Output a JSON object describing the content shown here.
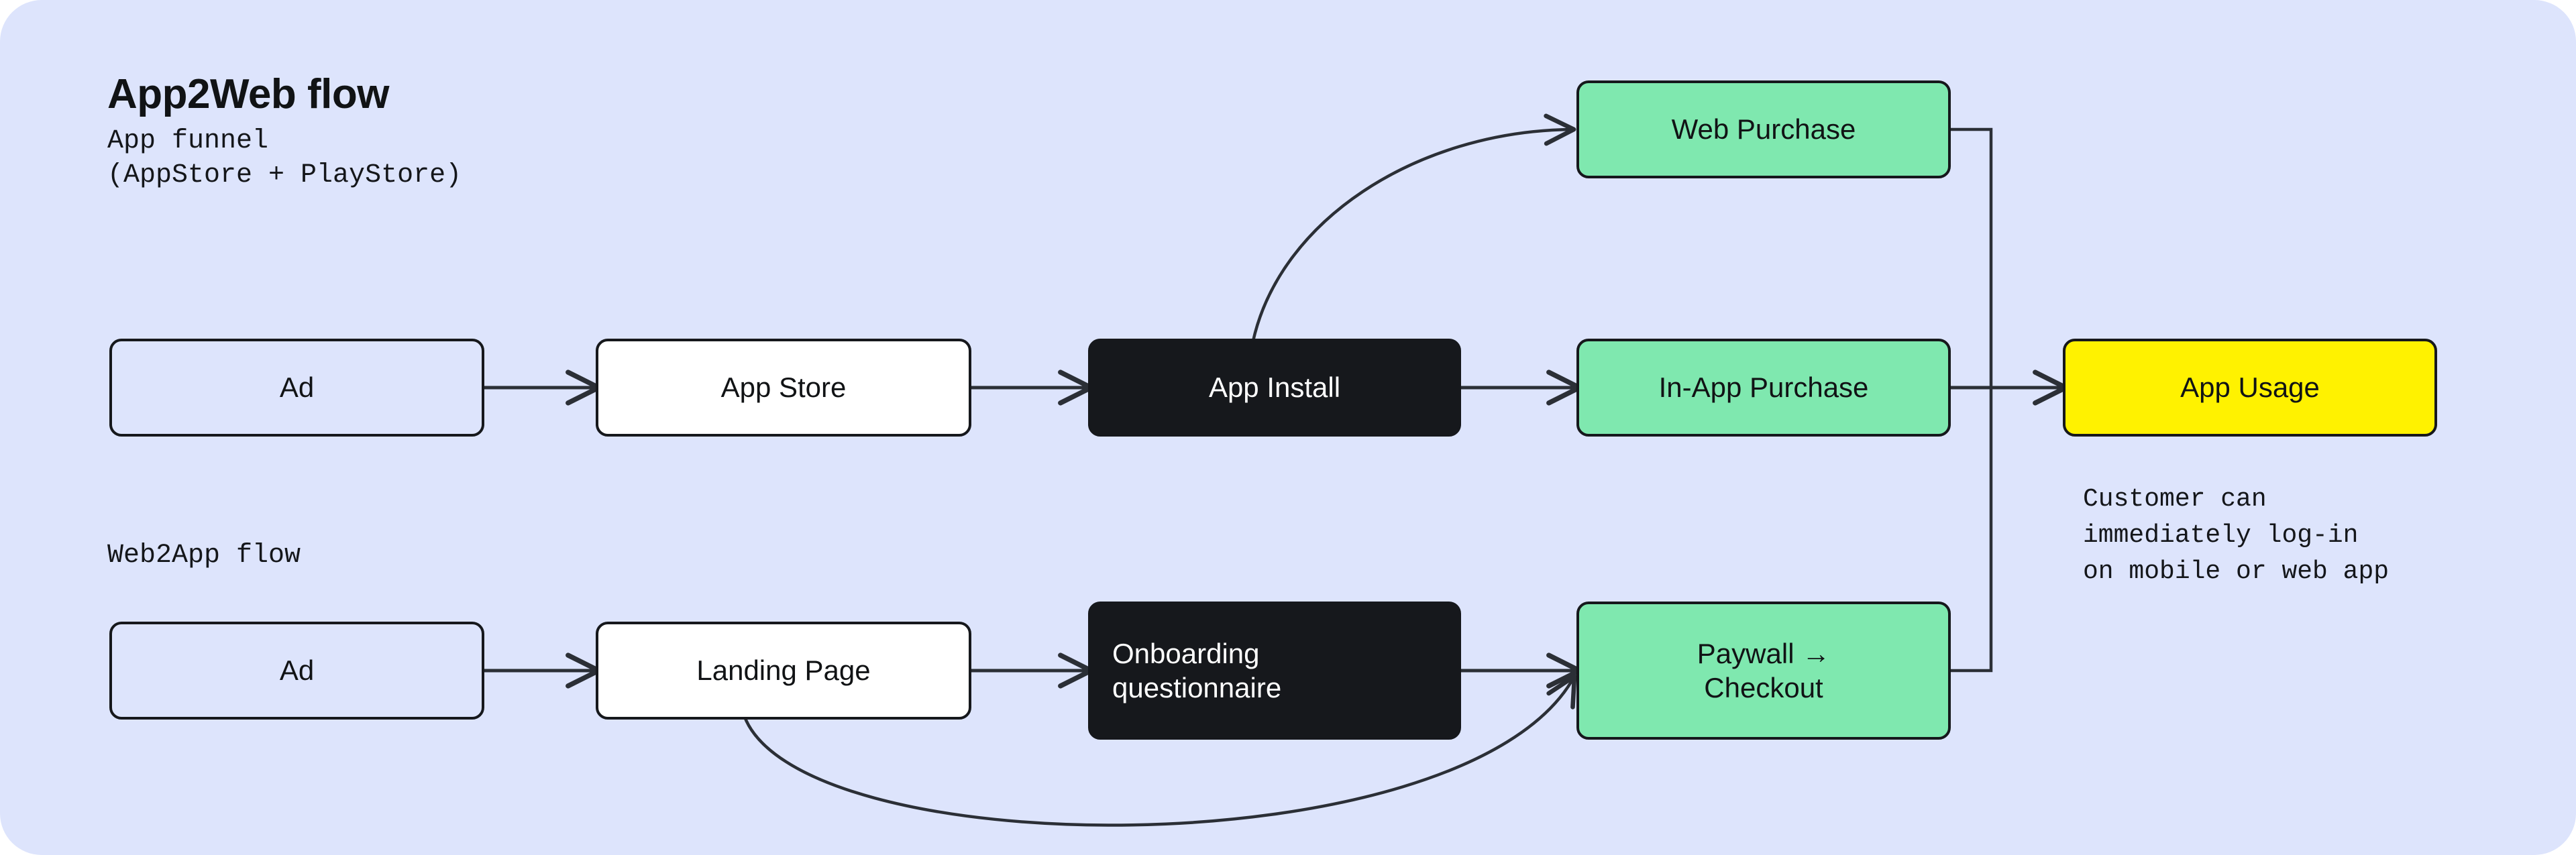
{
  "diagram": {
    "title": "App2Web flow",
    "background_color": "#dde4fc",
    "annotations": {
      "app_funnel": "App funnel\n(AppStore + PlayStore)",
      "web2app_flow": "Web2App flow",
      "customer_note": "Customer can\nimmediately log-in\non mobile or web app"
    },
    "colors": {
      "board": "#dde4fc",
      "green": "#7fe8af",
      "yellow": "#fff200",
      "black": "#16181c",
      "white": "#ffffff",
      "stroke": "#16181c"
    },
    "nodes": [
      {
        "id": "ad-top",
        "label": "Ad",
        "style": "clear",
        "row": "top"
      },
      {
        "id": "app-store",
        "label": "App Store",
        "style": "white",
        "row": "top"
      },
      {
        "id": "app-install",
        "label": "App Install",
        "style": "black",
        "row": "top"
      },
      {
        "id": "web-purchase",
        "label": "Web Purchase",
        "style": "green",
        "row": "upper"
      },
      {
        "id": "in-app-purchase",
        "label": "In-App Purchase",
        "style": "green",
        "row": "top"
      },
      {
        "id": "app-usage",
        "label": "App Usage",
        "style": "yellow",
        "row": "top"
      },
      {
        "id": "ad-bottom",
        "label": "Ad",
        "style": "clear",
        "row": "bottom"
      },
      {
        "id": "landing-page",
        "label": "Landing Page",
        "style": "white",
        "row": "bottom"
      },
      {
        "id": "onboarding",
        "label": "Onboarding\nquestionnaire",
        "style": "black",
        "row": "bottom"
      },
      {
        "id": "paywall",
        "label": "Paywall →\nCheckout",
        "style": "green",
        "row": "bottom"
      }
    ],
    "edges": [
      {
        "from": "ad-top",
        "to": "app-store",
        "kind": "straight-arrow"
      },
      {
        "from": "app-store",
        "to": "app-install",
        "kind": "straight-arrow"
      },
      {
        "from": "app-install",
        "to": "in-app-purchase",
        "kind": "straight-arrow"
      },
      {
        "from": "app-install",
        "to": "web-purchase",
        "kind": "curved-arrow"
      },
      {
        "from": "web-purchase",
        "to": "app-usage",
        "kind": "bus-elbow"
      },
      {
        "from": "in-app-purchase",
        "to": "app-usage",
        "kind": "straight-arrow"
      },
      {
        "from": "paywall",
        "to": "app-usage",
        "kind": "bus-elbow"
      },
      {
        "from": "ad-bottom",
        "to": "landing-page",
        "kind": "straight-arrow"
      },
      {
        "from": "landing-page",
        "to": "onboarding",
        "kind": "straight-arrow"
      },
      {
        "from": "onboarding",
        "to": "paywall",
        "kind": "straight-arrow"
      },
      {
        "from": "landing-page",
        "to": "paywall",
        "kind": "curved-arrow-under"
      }
    ]
  }
}
